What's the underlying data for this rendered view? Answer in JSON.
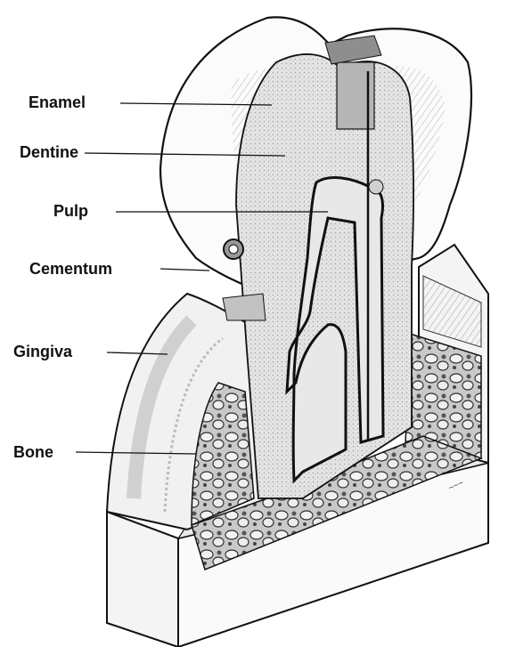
{
  "diagram": {
    "labels": {
      "enamel": "Enamel",
      "dentine": "Dentine",
      "pulp": "Pulp",
      "cementum": "Cementum",
      "gingiva": "Gingiva",
      "bone": "Bone"
    }
  },
  "colors": {
    "ink": "#111111",
    "fill_light": "#efefef",
    "fill_mid": "#d6d6d6",
    "fill_dark": "#a8a8a8",
    "gingiva_band": "#dcdcdc"
  }
}
